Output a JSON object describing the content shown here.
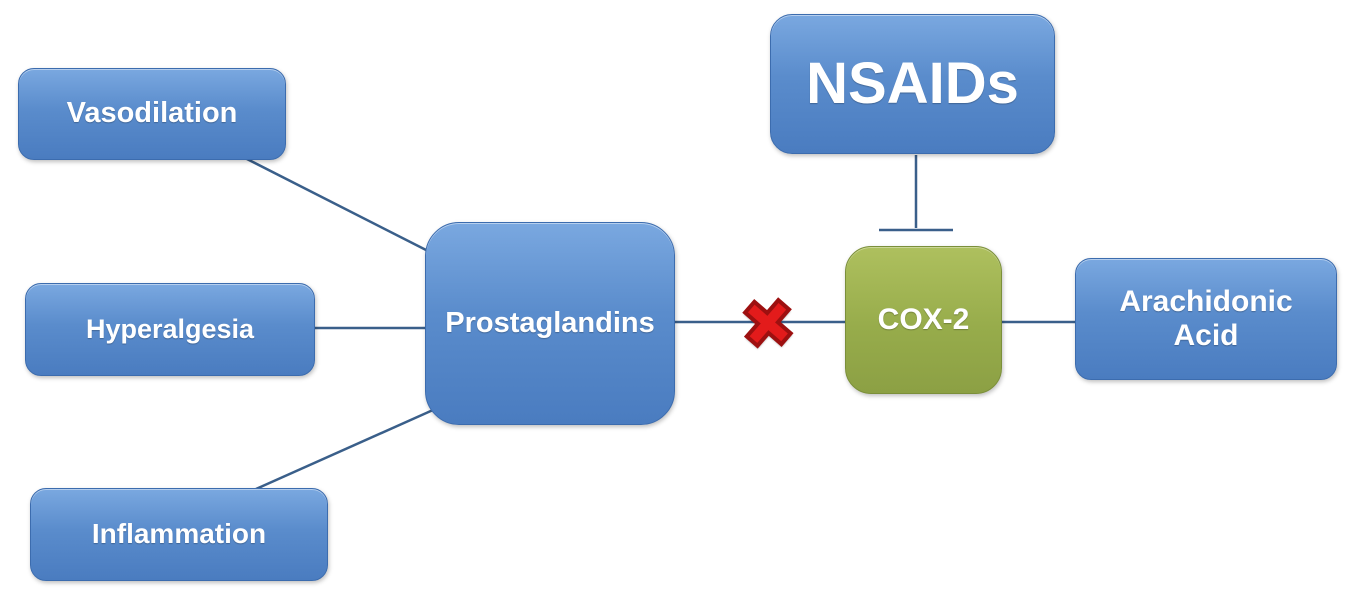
{
  "diagram": {
    "nodes": {
      "vasodilation": {
        "label": "Vasodilation"
      },
      "hyperalgesia": {
        "label": "Hyperalgesia"
      },
      "inflammation": {
        "label": "Inflammation"
      },
      "prostaglandins": {
        "label": "Prostaglandins"
      },
      "nsaids": {
        "label": "NSAIDs"
      },
      "cox2": {
        "label": "COX-2"
      },
      "arachidonic": {
        "label": "Arachidonic Acid"
      }
    },
    "symbols": {
      "block_x": "✖"
    },
    "colors": {
      "node_blue": "#4a7cc0",
      "node_green": "#97ac4b",
      "connector": "#3a5f8a",
      "block_x_red": "#e31b1b",
      "text": "#ffffff"
    },
    "relations": [
      "Vasodilation — Prostaglandins",
      "Hyperalgesia — Prostaglandins",
      "Inflammation — Prostaglandins",
      "Prostaglandins ✖ COX-2 (blocked)",
      "COX-2 — Arachidonic Acid",
      "NSAIDs ⊣ COX-2 (inhibition)"
    ]
  }
}
